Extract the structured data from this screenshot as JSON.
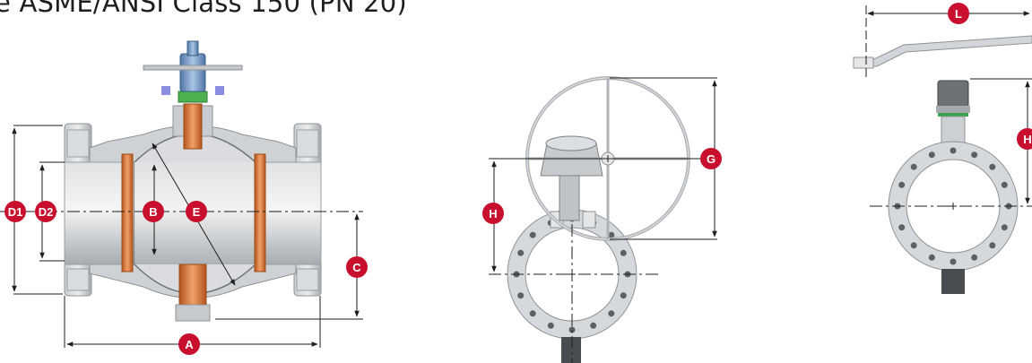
{
  "title": "e ASME/ANSI Class 150 (PN 20)",
  "colors": {
    "marker": "#c8102e",
    "steel": "#b9bdc1",
    "copper": "#cf6f32",
    "blue_stem": "#6e95c3",
    "green_ring": "#3aa052"
  },
  "labels": {
    "d1": "D1",
    "d2": "D2",
    "b": "B",
    "e": "E",
    "c": "C",
    "a": "A",
    "g": "G",
    "h_gear": "H",
    "l": "L",
    "h_lever": "H"
  }
}
